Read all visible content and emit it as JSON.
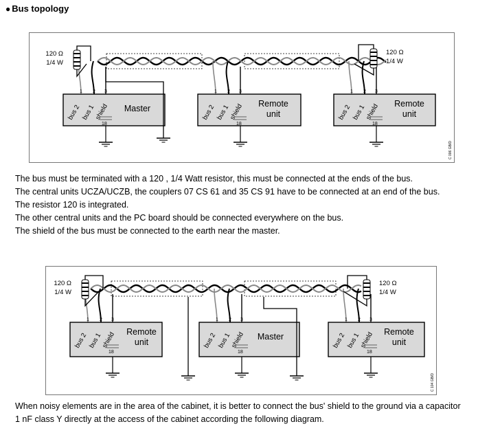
{
  "heading": "Bus topology",
  "para1": [
    "The bus must be terminated with a 120  , 1/4 Watt resistor, this must be connected at the ends of the bus.",
    "The central units UCZA/UCZB, the couplers 07 CS 61 and  35 CS 91 have to be connected at an end of the bus.",
    "The resistor 120   is integrated.",
    "The other central units and the PC board should be connected everywhere on the bus.",
    "The shield of the bus must be connected to the earth near the master."
  ],
  "para2": [
    "When noisy elements are in the area of the cabinet, it is better to connect the bus' shield to the ground via a capacitor",
    "1 nF class Y directly at the access of the cabinet according the following diagram."
  ],
  "diagram1": {
    "code": "C 006 GB/D",
    "resistor_left": [
      "120 Ω",
      "1/4 W"
    ],
    "resistor_right": [
      "120 Ω",
      "1/4 W"
    ],
    "units": [
      {
        "name": [
          "Master"
        ],
        "pins": [
          "1",
          "2",
          "3",
          "18"
        ],
        "terms": [
          "bus 2",
          "bus 1",
          "shield"
        ]
      },
      {
        "name": [
          "Remote",
          "unit"
        ],
        "pins": [
          "1",
          "2",
          "3",
          "18"
        ],
        "terms": [
          "bus 2",
          "bus 1",
          "shield"
        ]
      },
      {
        "name": [
          "Remote",
          "unit"
        ],
        "pins": [
          "1",
          "2",
          "3",
          "18"
        ],
        "terms": [
          "bus 2",
          "bus 1",
          "shield"
        ]
      }
    ]
  },
  "diagram2": {
    "code": "C 104 GB/D",
    "resistor_left": [
      "120 Ω",
      "1/4 W"
    ],
    "resistor_right": [
      "120 Ω",
      "1/4 W"
    ],
    "units": [
      {
        "name": [
          "Remote",
          "unit"
        ],
        "pins": [
          "1",
          "2",
          "3",
          "18"
        ],
        "terms": [
          "bus 2",
          "bus 1",
          "shield"
        ]
      },
      {
        "name": [
          "Master"
        ],
        "pins": [
          "1",
          "2",
          "3",
          "18"
        ],
        "terms": [
          "bus 2",
          "bus 1",
          "shield"
        ]
      },
      {
        "name": [
          "Remote",
          "unit"
        ],
        "pins": [
          "1",
          "2",
          "3",
          "18"
        ],
        "terms": [
          "bus 2",
          "bus 1",
          "shield"
        ]
      }
    ]
  }
}
